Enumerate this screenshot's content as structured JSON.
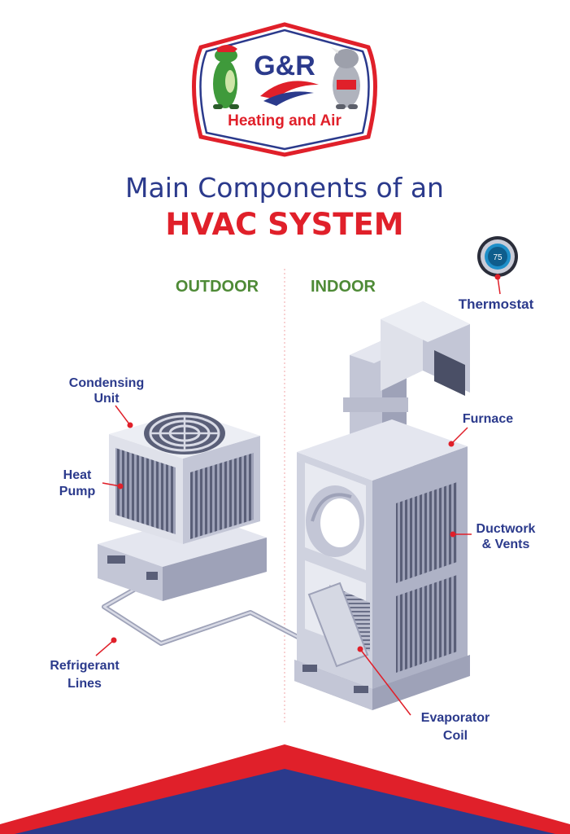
{
  "logo": {
    "brand": "G&R",
    "tagline": "Heating and Air"
  },
  "title": {
    "line1": "Main Components of an",
    "line2": "HVAC SYSTEM"
  },
  "sections": {
    "outdoor": "OUTDOOR",
    "indoor": "INDOOR"
  },
  "thermostat": {
    "reading": "75"
  },
  "labels": {
    "thermostat": "Thermostat",
    "condensing_unit": [
      "Condensing",
      "Unit"
    ],
    "heat_pump": [
      "Heat",
      "Pump"
    ],
    "furnace": "Furnace",
    "ductwork": [
      "Ductwork",
      "& Vents"
    ],
    "refrigerant": [
      "Refrigerant",
      "Lines"
    ],
    "evaporator": [
      "Evaporator",
      "Coil"
    ]
  },
  "colors": {
    "navy": "#2b3a8c",
    "red": "#e0202a",
    "green": "#4e8a36",
    "metal_light": "#e4e6ef",
    "metal_mid": "#c3c6d6",
    "metal_dark": "#8e92a8",
    "grill": "#5a5f78"
  }
}
